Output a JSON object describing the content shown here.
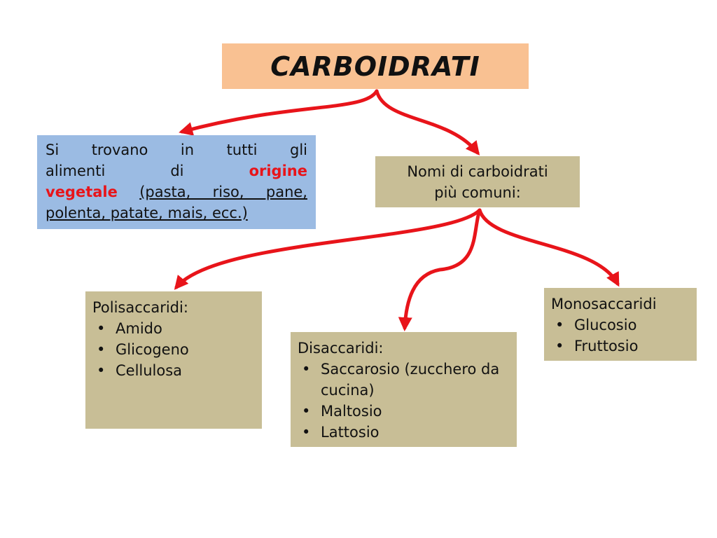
{
  "title": "CARBOIDRATI",
  "origin": {
    "line1": "Si trovano in tutti gli",
    "line2_plain": "alimenti di",
    "line2_highlight": "origine",
    "line3_highlight": "vegetale",
    "line3_underlined": "(pasta, riso, pane,",
    "line4_underlined": "polenta, patate, mais, ecc.)"
  },
  "common_names": {
    "line1": "Nomi di carboidrati",
    "line2": "più comuni:"
  },
  "polysaccharides": {
    "heading": "Polisaccaridi:",
    "items": [
      "Amido",
      "Glicogeno",
      "Cellulosa"
    ]
  },
  "disaccharides": {
    "heading": "Disaccaridi:",
    "items": [
      "Saccarosio (zucchero da cucina)",
      "Maltosio",
      "Lattosio"
    ]
  },
  "monosaccharides": {
    "heading": "Monosaccaridi",
    "items": [
      "Glucosio",
      "Fruttosio"
    ]
  },
  "colors": {
    "title_box": "#f9c192",
    "origin_box": "#9bbbe3",
    "category_box": "#c8be96",
    "arrow": "#e8141a",
    "highlight_text": "#e8141a"
  }
}
